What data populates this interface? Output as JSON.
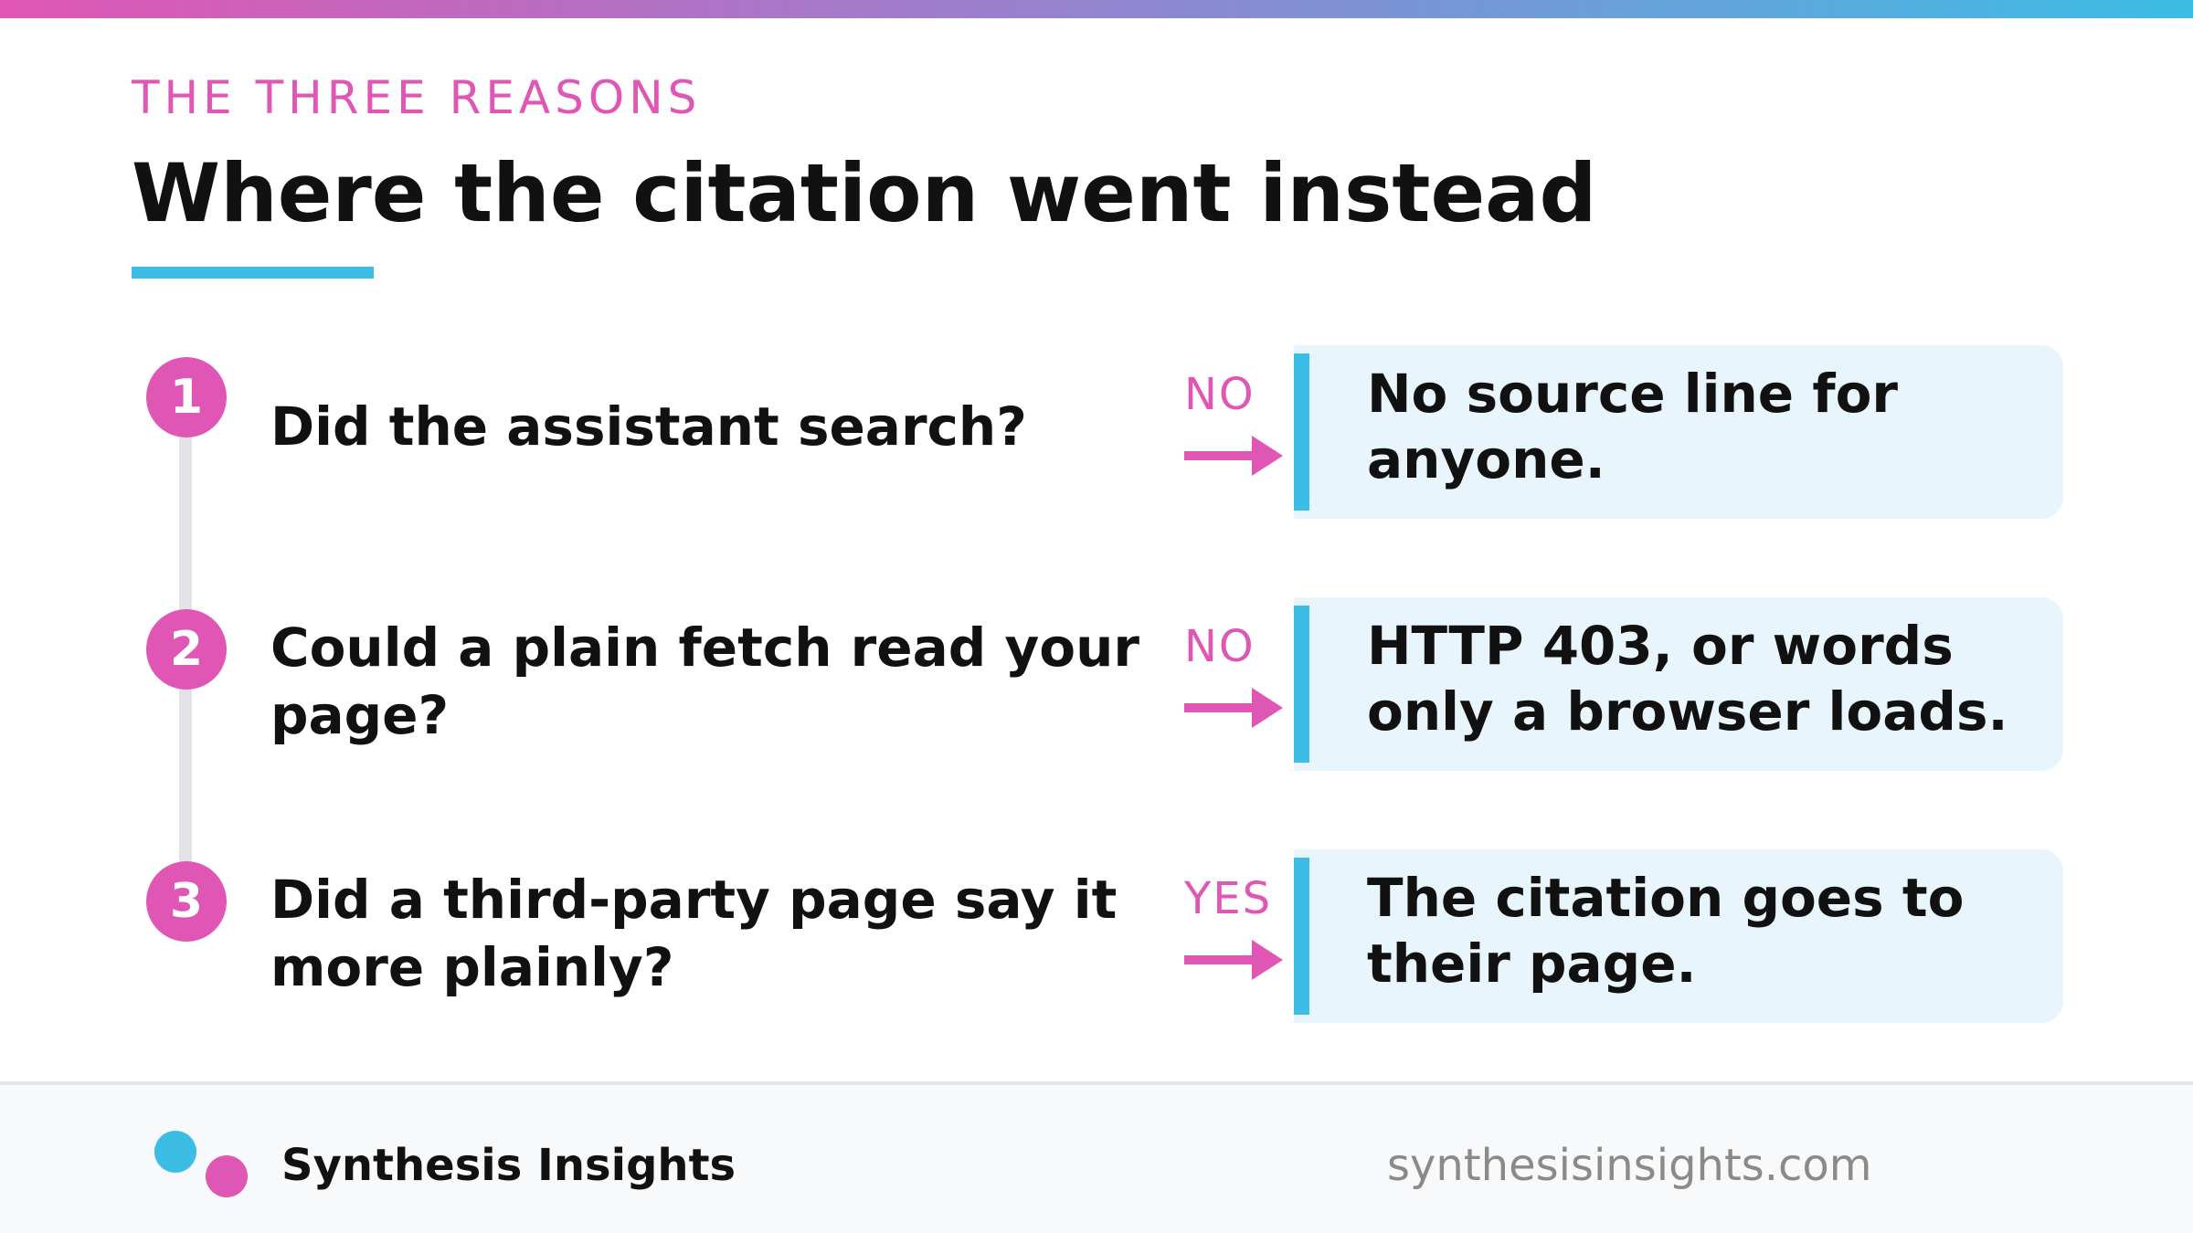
{
  "header": {
    "eyebrow": "THE THREE REASONS",
    "title": "Where the citation went instead"
  },
  "steps": [
    {
      "number": "1",
      "question": "Did the assistant search?",
      "verdict": "NO",
      "result": "No source line for anyone."
    },
    {
      "number": "2",
      "question": "Could a plain fetch read your page?",
      "verdict": "NO",
      "result": "HTTP 403, or words only a browser loads."
    },
    {
      "number": "3",
      "question": "Did a third-party page say it more plainly?",
      "verdict": "YES",
      "result": "The citation goes to their page."
    }
  ],
  "footer": {
    "brand": "Synthesis Insights",
    "url": "synthesisinsights.com"
  },
  "colors": {
    "accent_pink": "#e056b5",
    "accent_blue": "#3cbde6",
    "result_bg": "#e8f5fc",
    "text_dark": "#111111"
  },
  "icons": {
    "verdict_arrow": "arrow-right-icon",
    "logo": "two-dot-logo-icon"
  }
}
